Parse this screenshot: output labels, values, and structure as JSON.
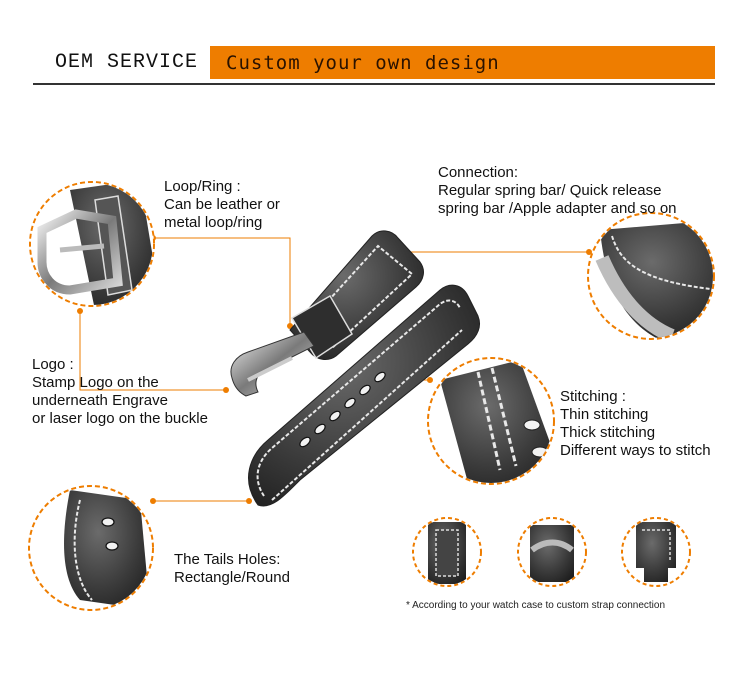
{
  "header": {
    "oem": "OEM SERVICE",
    "tagline": "Custom your own design"
  },
  "callouts": {
    "loop": {
      "title": "Loop/Ring :",
      "line1": "Can be leather or",
      "line2": "metal loop/ring"
    },
    "connection": {
      "title": "Connection:",
      "line1": "Regular spring bar/ Quick release",
      "line2": "spring bar /Apple adapter and so on"
    },
    "logo": {
      "title": "Logo :",
      "line1": "Stamp Logo on the",
      "line2": "underneath Engrave",
      "line3": "or laser logo on the buckle"
    },
    "stitching": {
      "title": "Stitching :",
      "line1": "Thin stitching",
      "line2": "Thick stitching",
      "line3": "Different ways to stitch"
    },
    "tails": {
      "title": "The Tails Holes:",
      "line1": "Rectangle/Round"
    }
  },
  "note": "* According to your watch case to custom strap connection",
  "colors": {
    "accent": "#ee7d00",
    "leather": "#3d3d3d",
    "stitch": "#e8e8e8"
  }
}
